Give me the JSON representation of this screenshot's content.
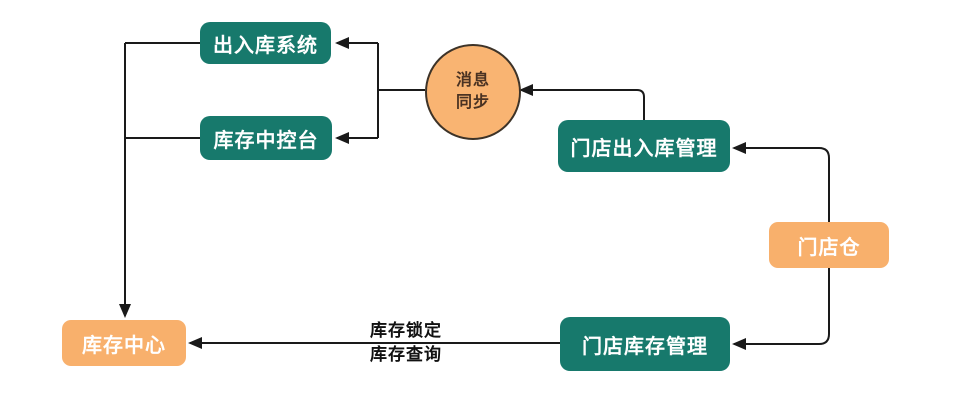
{
  "diagram": {
    "title": "store-inventory-sync-flowchart",
    "nodes": {
      "outbound_system": {
        "label": "出入库系统",
        "shape": "rounded-rect",
        "color_role": "teal"
      },
      "inventory_console": {
        "label": "库存中控台",
        "shape": "rounded-rect",
        "color_role": "teal"
      },
      "message_sync": {
        "label_line1": "消息",
        "label_line2": "同步",
        "shape": "circle",
        "color_role": "orange"
      },
      "store_io_management": {
        "label": "门店出入库管理",
        "shape": "rounded-rect",
        "color_role": "teal"
      },
      "store_warehouse": {
        "label": "门店仓",
        "shape": "rounded-rect",
        "color_role": "orange"
      },
      "store_inventory_management": {
        "label": "门店库存管理",
        "shape": "rounded-rect",
        "color_role": "teal"
      },
      "inventory_center": {
        "label": "库存中心",
        "shape": "rounded-rect",
        "color_role": "orange"
      }
    },
    "edges": [
      {
        "from": "store_io_management",
        "to": "message_sync",
        "label": ""
      },
      {
        "from": "message_sync",
        "to": "outbound_system",
        "label": ""
      },
      {
        "from": "message_sync",
        "to": "inventory_console",
        "label": ""
      },
      {
        "from": "outbound_system_and_inventory_console",
        "to": "inventory_center",
        "label": ""
      },
      {
        "from": "store_warehouse",
        "to": "store_io_management",
        "label": ""
      },
      {
        "from": "store_warehouse",
        "to": "store_inventory_management",
        "label": ""
      },
      {
        "from": "store_inventory_management",
        "to": "inventory_center",
        "label_line1": "库存锁定",
        "label_line2": "库存查询"
      }
    ],
    "colors": {
      "teal": "#17796C",
      "orange": "#F8B06C",
      "circle_fill": "#F9B472",
      "circle_border": "#3D3328",
      "line": "#1A1A1A",
      "node_text": "#FFFFFF",
      "circle_text": "#4A3222",
      "edge_label_text": "#111111",
      "bg": "#FFFFFF"
    }
  }
}
